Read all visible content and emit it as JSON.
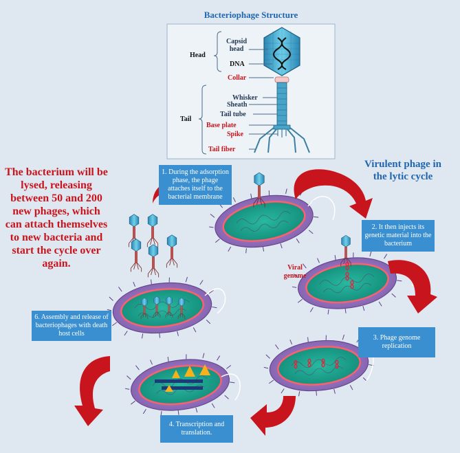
{
  "structure": {
    "title": "Bacteriophage Structure",
    "head": "Head",
    "tail": "Tail",
    "capsid_head": "Capsid head",
    "dna": "DNA",
    "collar": "Collar",
    "whisker": "Whisker",
    "sheath": "Sheath",
    "tail_tube": "Tail tube",
    "base_plate": "Base plate",
    "spike": "Spike",
    "tail_fiber": "Tail fiber"
  },
  "cycle": {
    "title": "Virulent phage in the lytic cycle",
    "viral_genome": "Viral genome",
    "steps": [
      "1. During the adsorption phase, the phage attaches itself to the bacterial membrane",
      "2. It then injects its genetic material into the bacterium",
      "3. Phage genome replication",
      "4. Transcription and translation.",
      "6. Assembly and release of bacteriophages with death host cells"
    ],
    "lysis_note": "The bacterium will be lysed, releasing between 50 and 200 new phages, which can attach themselves to new bacteria and start the cycle over again."
  },
  "colors": {
    "background": "#dfe7f0",
    "step_box": "#3a8fd1",
    "arrow": "#c8141c",
    "cell_outer": "#9a78c0",
    "cell_inner": "#1a9c8a",
    "phage": "#3aa7c9",
    "title_blue": "#2166b0",
    "red_text": "#c8141c"
  }
}
